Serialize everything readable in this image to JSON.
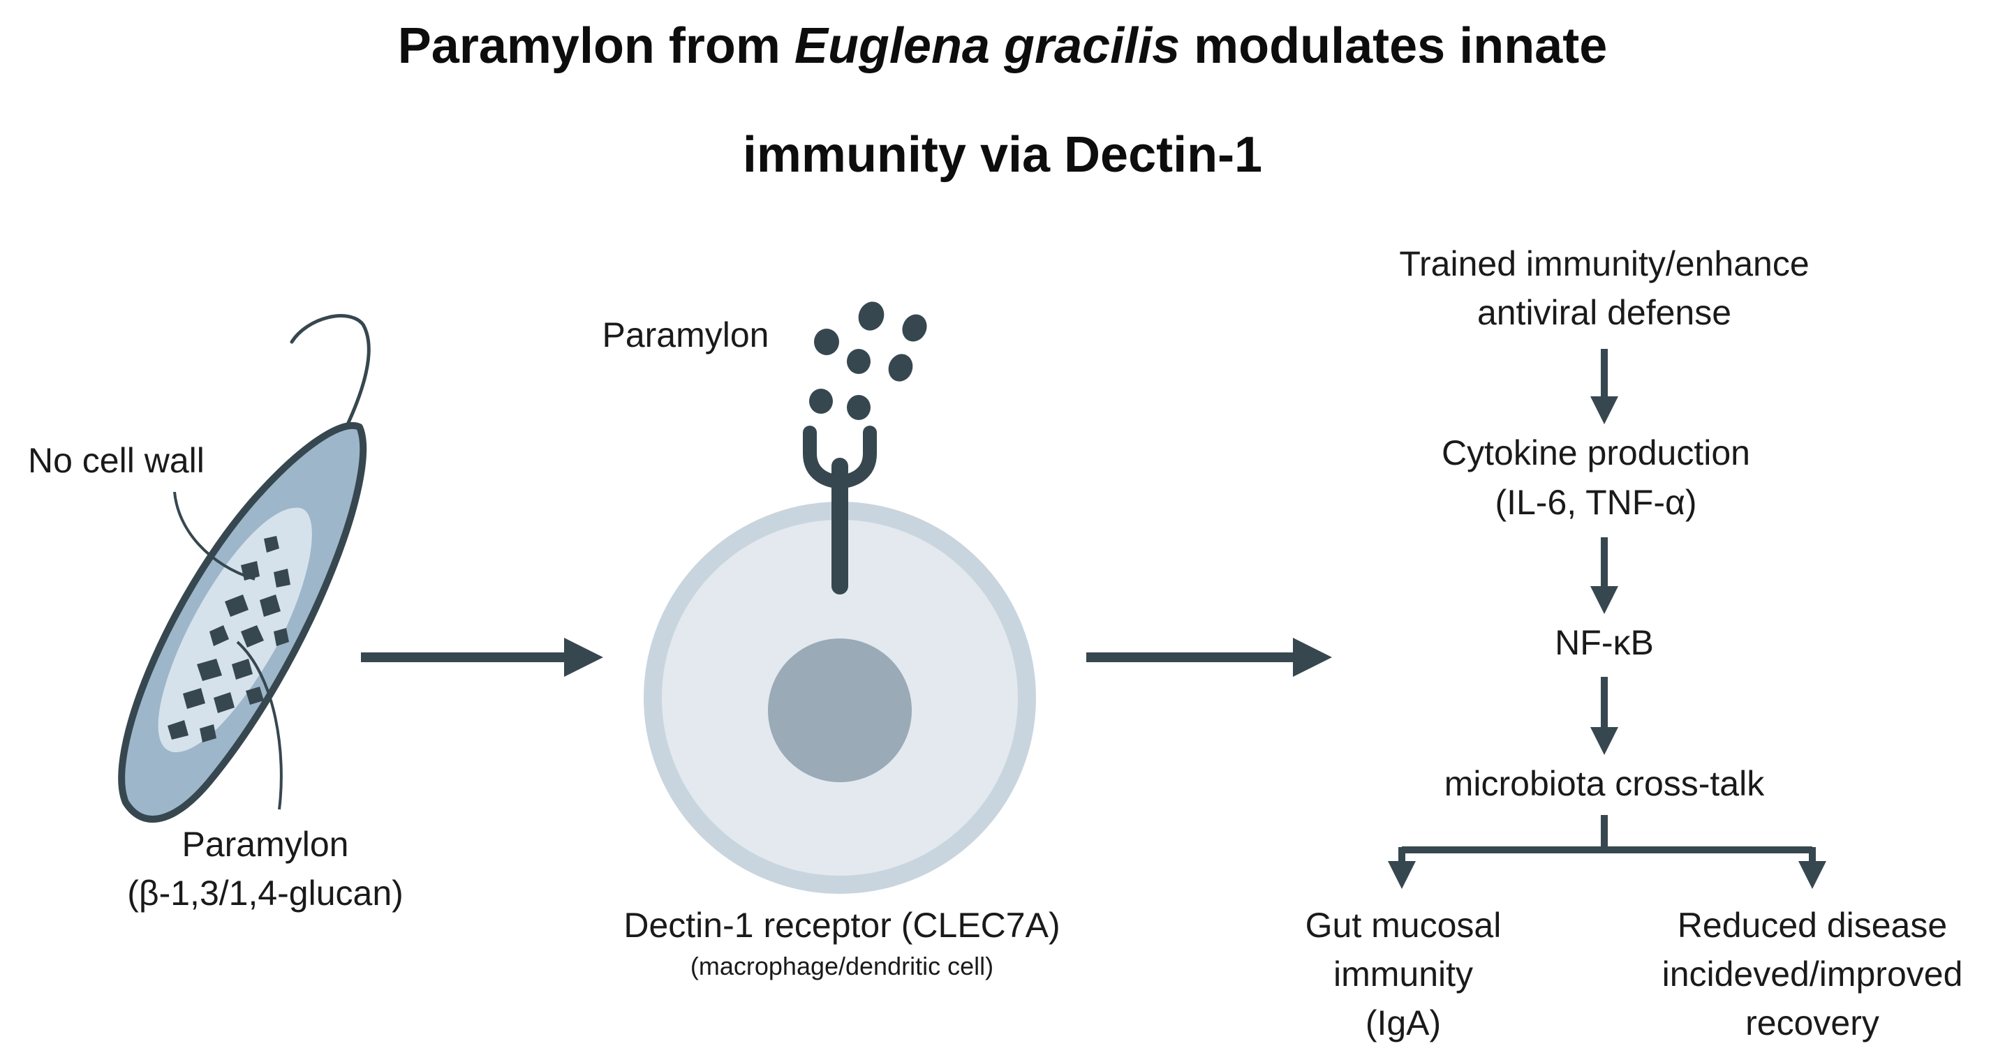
{
  "title": {
    "pre": "Paramylon from ",
    "italic": "Euglena gracilis",
    "post": " modulates innate",
    "line2": "immunity via Dectin-1"
  },
  "euglena": {
    "label_wall": "No cell wall",
    "label_paramylon_1": "Paramylon",
    "label_paramylon_2": "(β-1,3/1,4-glucan)"
  },
  "cell": {
    "label_particles": "Paramylon",
    "label_receptor": "Dectin-1 receptor (CLEC7A)",
    "label_celltype": "(macrophage/dendritic cell)"
  },
  "pathway": {
    "step1_line1": "Trained immunity/enhance",
    "step1_line2": "antiviral defense",
    "step2_line1": "Cytokine production",
    "step2_line2": "(IL-6, TNF-α)",
    "step3": "NF-κB",
    "step4": "microbiota cross-talk",
    "out_left_1": "Gut mucosal",
    "out_left_2": "immunity",
    "out_left_3": "(IgA)",
    "out_right_1": "Reduced disease",
    "out_right_2": "incideved/improved",
    "out_right_3": "recovery"
  },
  "colors": {
    "dark": "#37474f",
    "euglena_fill": "#9db6ca",
    "euglena_inner": "#d6e2eb",
    "cell_outer": "#c9d5de",
    "cell_inner": "#e3e9ee",
    "nucleus": "#9aaab7"
  }
}
